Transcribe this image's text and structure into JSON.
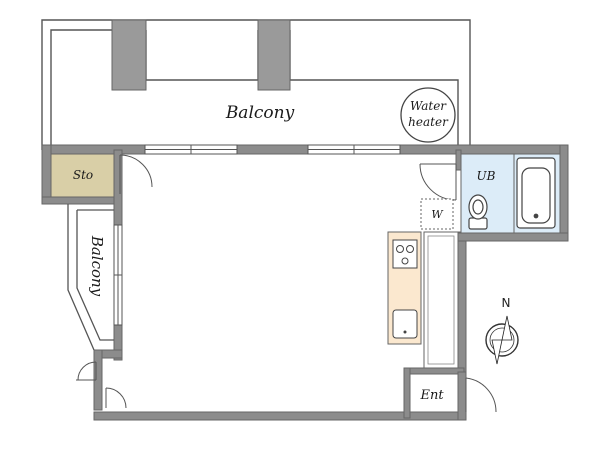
{
  "rooms": {
    "balcony_top": "Balcony",
    "balcony_left": "Balcony",
    "storage": "Sto",
    "unit_bath": "UB",
    "washer": "W",
    "entrance": "Ent"
  },
  "fixtures": {
    "water_heater_line1": "Water",
    "water_heater_line2": "heater"
  },
  "compass": {
    "north": "N"
  },
  "colors": {
    "wall": "#8c8c8c",
    "column": "#9a9a9a",
    "storage_fill": "#d9cfa7",
    "bath_fill": "#dcecf8",
    "kitchen_fill": "#fbe8cf"
  }
}
